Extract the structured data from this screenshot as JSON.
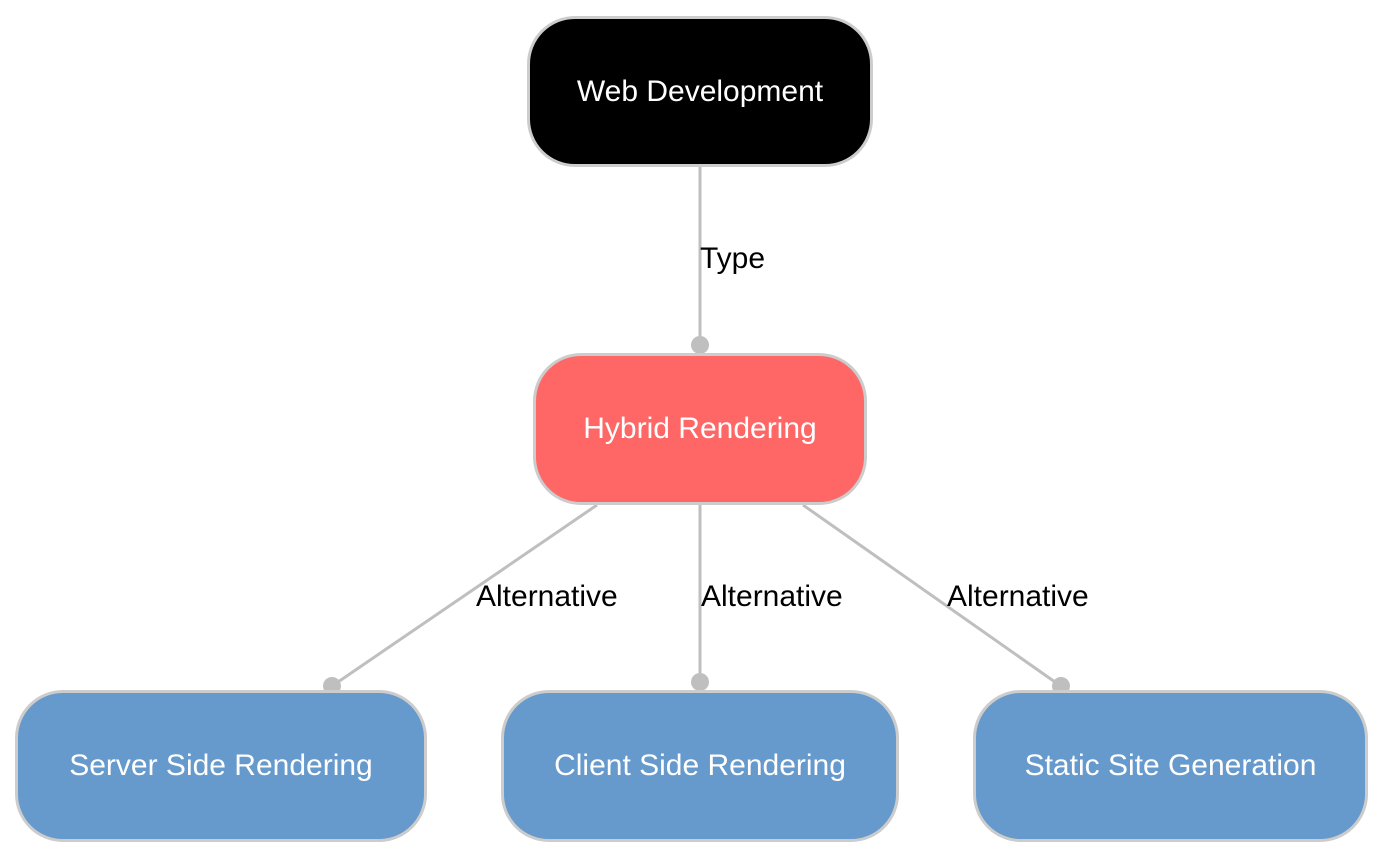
{
  "nodes": {
    "root": {
      "label": "Web Development",
      "color": "#000000"
    },
    "hybrid": {
      "label": "Hybrid Rendering",
      "color": "#ff6666"
    },
    "ssr": {
      "label": "Server Side Rendering",
      "color": "#6699cc"
    },
    "csr": {
      "label": "Client Side Rendering",
      "color": "#6699cc"
    },
    "ssg": {
      "label": "Static Site Generation",
      "color": "#6699cc"
    }
  },
  "edges": {
    "type_label": "Type",
    "alt_ssr_label": "Alternative",
    "alt_csr_label": "Alternative",
    "alt_ssg_label": "Alternative"
  },
  "colors": {
    "edge": "#bfbfbf",
    "node_border": "#cccccc"
  }
}
